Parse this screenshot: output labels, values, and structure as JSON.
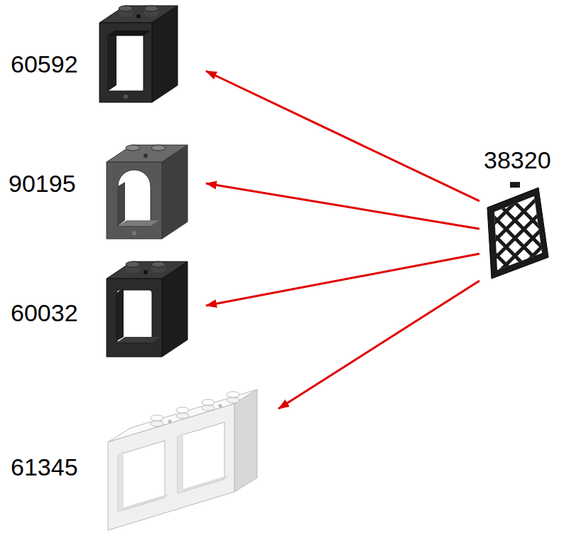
{
  "diagram": {
    "nodes": [
      {
        "text": [
          "60592"
        ]
      },
      {
        "text": [
          "90195"
        ]
      },
      {
        "text": [
          "60032"
        ]
      },
      {
        "text": [
          "61345"
        ]
      },
      {
        "text": [
          "38320"
        ]
      }
    ],
    "edges": [
      {
        "from": 4,
        "to": 0,
        "arrow": "to"
      },
      {
        "from": 4,
        "to": 1,
        "arrow": "to"
      },
      {
        "from": 4,
        "to": 2,
        "arrow": "to"
      },
      {
        "from": 4,
        "to": 3,
        "arrow": "to"
      }
    ]
  }
}
